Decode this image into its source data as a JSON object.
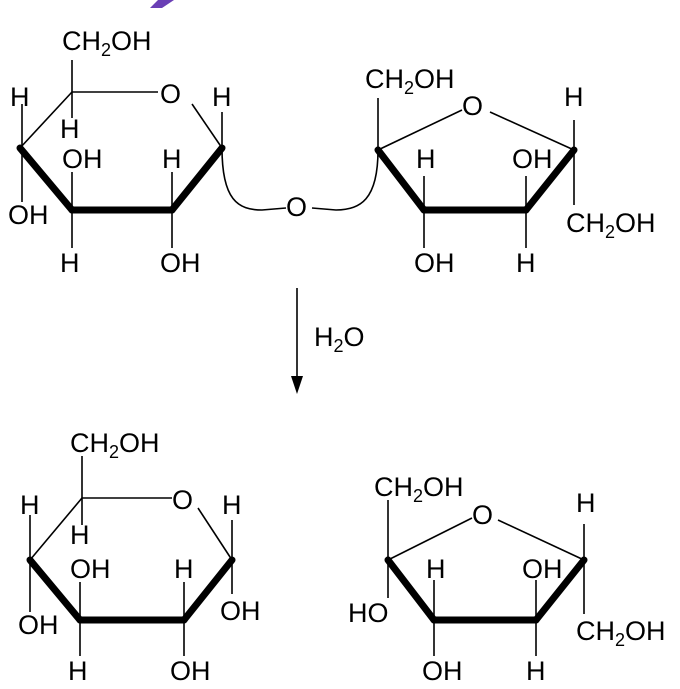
{
  "colors": {
    "line": "#000000",
    "header_accent": "#6a3fb5"
  },
  "sucrose": {
    "glucose": {
      "top_group": {
        "main": "CH",
        "sub": "2",
        "tail": "OH"
      },
      "ring_oxygen": "O",
      "c1_top_h": "H",
      "c5_left_h": "H",
      "c5_down_h": "H",
      "c4_left_oh": "OH",
      "c3_up_oh": "OH",
      "c2_up_h": "H",
      "c4_down_h": "H",
      "c2_down_oh": "OH"
    },
    "bridge_oxygen": "O",
    "fructose": {
      "top_group": {
        "main": "CH",
        "sub": "2",
        "tail": "OH"
      },
      "ring_oxygen": "O",
      "c5_top_h": "H",
      "c3_up_h": "H",
      "c4_up_oh": "OH",
      "c6_group": {
        "main": "CH",
        "sub": "2",
        "tail": "OH"
      },
      "c3_down_oh": "OH",
      "c4_down_h": "H"
    }
  },
  "reaction": {
    "reagent": {
      "main": "H",
      "sub": "2",
      "tail": "O"
    }
  },
  "products": {
    "glucose": {
      "top_group": {
        "main": "CH",
        "sub": "2",
        "tail": "OH"
      },
      "ring_oxygen": "O",
      "c1_top_h": "H",
      "c5_left_h": "H",
      "c5_down_h": "H",
      "c4_left_oh": "OH",
      "c3_up_oh": "OH",
      "c2_up_h": "H",
      "c1_down_oh": "OH",
      "c4_down_h": "H",
      "c2_down_oh": "OH"
    },
    "fructose": {
      "top_group": {
        "main": "CH",
        "sub": "2",
        "tail": "OH"
      },
      "ring_oxygen": "O",
      "c5_top_h": "H",
      "c3_up_h": "H",
      "c4_up_oh": "OH",
      "c2_left_ho": "HO",
      "c6_group": {
        "main": "CH",
        "sub": "2",
        "tail": "OH"
      },
      "c3_down_oh": "OH",
      "c4_down_h": "H"
    }
  }
}
